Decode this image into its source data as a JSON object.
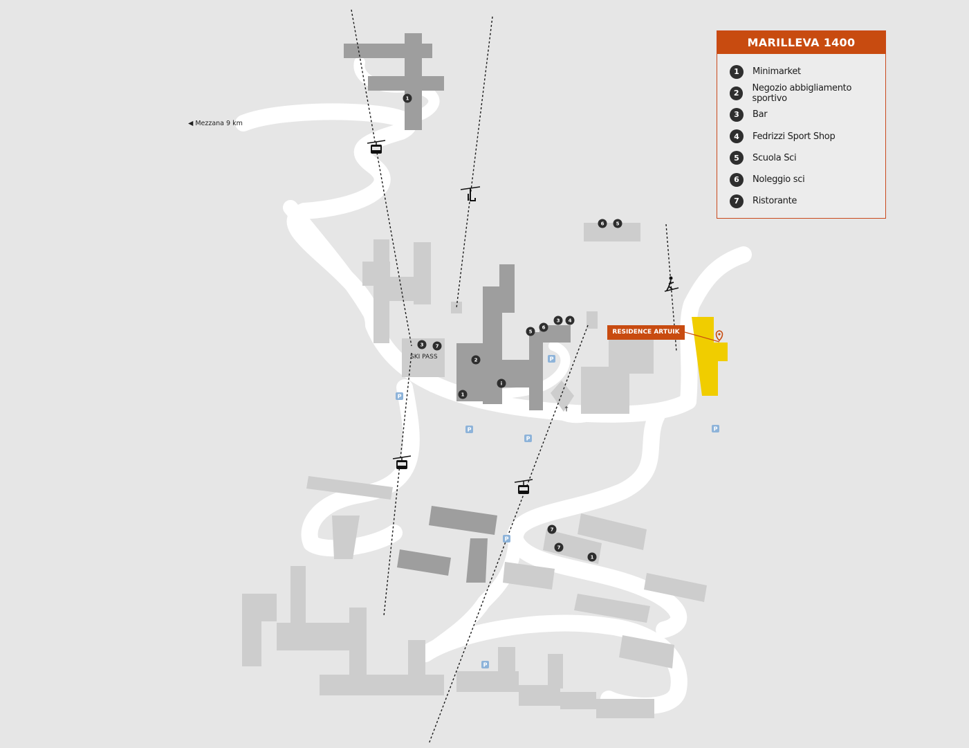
{
  "legend": {
    "title": "MARILLEVA 1400",
    "items": [
      {
        "num": "1",
        "label": "Minimarket"
      },
      {
        "num": "2",
        "label": "Negozio abbigliamento sportivo"
      },
      {
        "num": "3",
        "label": "Bar"
      },
      {
        "num": "4",
        "label": "Fedrizzi Sport Shop"
      },
      {
        "num": "5",
        "label": "Scuola Sci"
      },
      {
        "num": "6",
        "label": "Noleggio sci"
      },
      {
        "num": "7",
        "label": "Ristorante"
      }
    ]
  },
  "labels": {
    "mezzana": "◀ Mezzana 9 km",
    "residence": "RESIDENCE ARTUIK",
    "skipass": "SKI PASS",
    "parking": "P",
    "info": "i",
    "church": "†"
  },
  "colors": {
    "background": "#e6e6e6",
    "road": "#ffffff",
    "building_dark": "#9e9e9e",
    "building_light": "#cdcdcd",
    "accent": "#c84b10",
    "highlight": "#f0cd00",
    "parking": "#8db3d9",
    "marker": "#2e2e2e"
  },
  "icons": [
    "gondola-icon",
    "chairlift-icon",
    "skilift-icon",
    "location-pin-icon"
  ]
}
